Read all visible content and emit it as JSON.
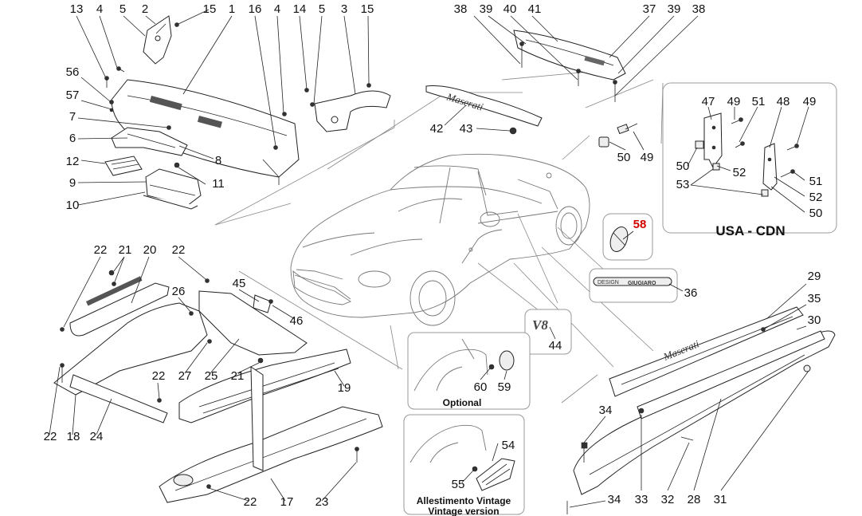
{
  "labels": {
    "p13": "13",
    "p4a": "4",
    "p5a": "5",
    "p2": "2",
    "p15a": "15",
    "p1": "1",
    "p16": "16",
    "p4b": "4",
    "p14": "14",
    "p5b": "5",
    "p3": "3",
    "p15b": "15",
    "p56": "56",
    "p57": "57",
    "p7": "7",
    "p6": "6",
    "p8": "8",
    "p12": "12",
    "p11": "11",
    "p9": "9",
    "p10": "10",
    "p38a": "38",
    "p39a": "39",
    "p40": "40",
    "p41": "41",
    "p37": "37",
    "p39b": "39",
    "p38b": "38",
    "p42": "42",
    "p43": "43",
    "p50a": "50",
    "p49a": "49",
    "p47": "47",
    "p49b": "49",
    "p51a": "51",
    "p48": "48",
    "p49c": "49",
    "p50b": "50",
    "p52a": "52",
    "p53": "53",
    "p51b": "51",
    "p52b": "52",
    "p50c": "50",
    "p58": "58",
    "p36": "36",
    "p44": "44",
    "p29": "29",
    "p35": "35",
    "p30": "30",
    "p22a": "22",
    "p21a": "21",
    "p20": "20",
    "p22b": "22",
    "p45": "45",
    "p26": "26",
    "p46": "46",
    "p22c": "22",
    "p27": "27",
    "p25": "25",
    "p21b": "21",
    "p19": "19",
    "p22d": "22",
    "p18": "18",
    "p24": "24",
    "p60": "60",
    "p59": "59",
    "p54": "54",
    "p55": "55",
    "p34a": "34",
    "p34b": "34",
    "p33": "33",
    "p32": "32",
    "p28": "28",
    "p31": "31",
    "p22e": "22",
    "p17": "17",
    "p23": "23"
  },
  "captions": {
    "usa_cdn": "USA - CDN",
    "optional": "Optional",
    "vintage_it": "Allestimento Vintage",
    "vintage_en": "Vintage version"
  },
  "badges": {
    "giugiaro_left": "DESIGN",
    "giugiaro_right": "GIUGIARO",
    "v8": "V8",
    "maserati_script": "Maserati"
  },
  "colors": {
    "callout_highlight": "#d00000"
  }
}
